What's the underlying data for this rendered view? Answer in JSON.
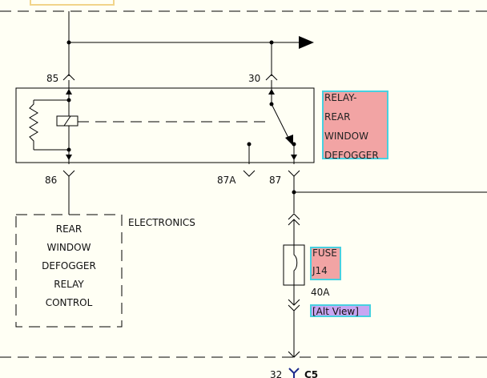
{
  "relay": {
    "label_lines": [
      "RELAY-",
      "REAR",
      "WINDOW",
      "DEFOGGER"
    ],
    "pins": {
      "p85": "85",
      "p30": "30",
      "p86": "86",
      "p87a": "87A",
      "p87": "87"
    }
  },
  "controller": {
    "label_lines": [
      "REAR",
      "WINDOW",
      "DEFOGGER",
      "RELAY",
      "CONTROL"
    ],
    "group_label": "ELECTRONICS"
  },
  "fuse": {
    "label_lines": [
      "FUSE",
      "J14"
    ],
    "rating": "40A",
    "alt_view": "[Alt View]"
  },
  "connector": {
    "pin": "32",
    "name": "C5"
  },
  "colors": {
    "wire": "#000000",
    "highlight": "#f2a4a4",
    "highlight_border": "#47d0e0",
    "alt_highlight": "#c8a6f2",
    "background": "#fffff4"
  }
}
